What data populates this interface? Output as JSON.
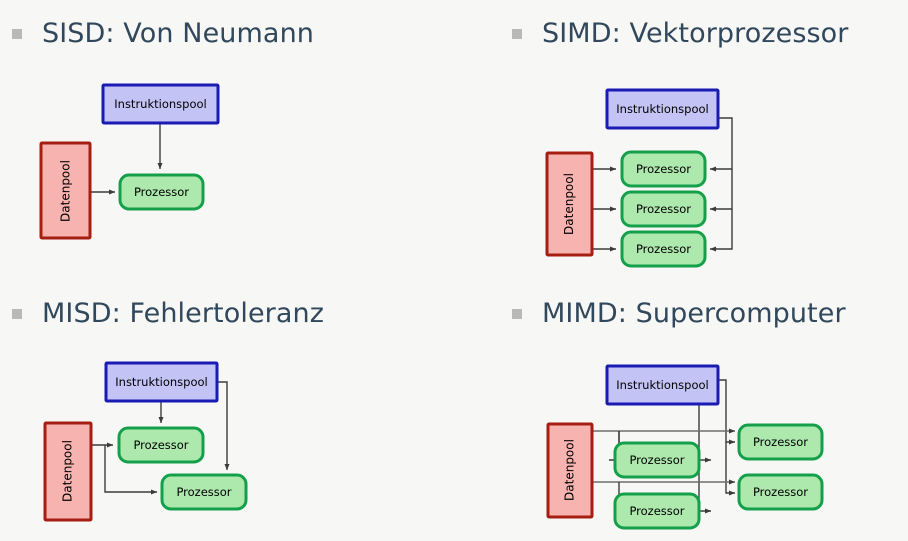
{
  "slide": {
    "background_color": "#f7f7f5",
    "heading_color": "#31485c",
    "bullet_color": "#b9b9b9"
  },
  "palette": {
    "instruction_fill": "#c3c3f5",
    "instruction_stroke": "#1a1ab5",
    "data_fill": "#f6b3b0",
    "data_stroke": "#a61d12",
    "processor_fill": "#ade8ad",
    "processor_stroke": "#14a04b",
    "arrow_color": "#3c3c3c"
  },
  "labels": {
    "instruction_pool": "Instruktionspool",
    "data_pool": "Datenpool",
    "processor": "Prozessor"
  },
  "quadrants": [
    {
      "id": "sisd",
      "heading": "SISD: Von Neumann",
      "bullet": "square-bullet",
      "instruction_pools": 1,
      "data_pools": 1,
      "processors": 1
    },
    {
      "id": "simd",
      "heading": "SIMD: Vektorprozessor",
      "bullet": "square-bullet",
      "instruction_pools": 1,
      "data_pools": 1,
      "processors": 3
    },
    {
      "id": "misd",
      "heading": "MISD: Fehlertoleranz",
      "bullet": "square-bullet",
      "instruction_pools": 1,
      "data_pools": 1,
      "processors": 2
    },
    {
      "id": "mimd",
      "heading": "MIMD: Supercomputer",
      "bullet": "square-bullet",
      "instruction_pools": 1,
      "data_pools": 1,
      "processors": 4
    }
  ]
}
